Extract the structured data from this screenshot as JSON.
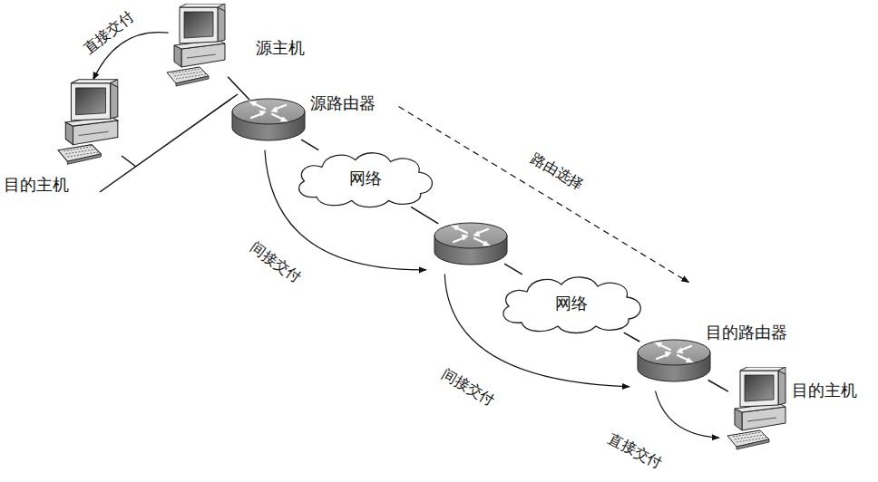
{
  "diagram": {
    "nodes": [
      {
        "text": [
          "源主机"
        ]
      },
      {
        "text": [
          "目的主机"
        ]
      },
      {
        "text": [
          "源路由器"
        ]
      },
      {
        "text": [
          "网络"
        ]
      },
      {
        "text": []
      },
      {
        "text": [
          "网络"
        ]
      },
      {
        "text": [
          "目的路由器"
        ]
      },
      {
        "text": [
          "目的主机"
        ]
      }
    ],
    "edges": [
      {
        "from": 0,
        "to": 1,
        "label": "直接交付",
        "arrow": "to"
      },
      {
        "from": 0,
        "to": 2,
        "arrow": "none"
      },
      {
        "from": 2,
        "to": 3,
        "arrow": "none"
      },
      {
        "from": 2,
        "to": 6,
        "label": "路由选择",
        "arrow": "to"
      },
      {
        "from": 2,
        "to": 4,
        "label": "间接交付",
        "arrow": "to"
      },
      {
        "from": 3,
        "to": 4,
        "arrow": "none"
      },
      {
        "from": 4,
        "to": 5,
        "arrow": "none"
      },
      {
        "from": 4,
        "to": 6,
        "label": "间接交付",
        "arrow": "to"
      },
      {
        "from": 5,
        "to": 6,
        "arrow": "none"
      },
      {
        "from": 6,
        "to": 7,
        "arrow": "none"
      },
      {
        "from": 6,
        "to": 7,
        "label": "直接交付",
        "arrow": "to"
      }
    ]
  }
}
